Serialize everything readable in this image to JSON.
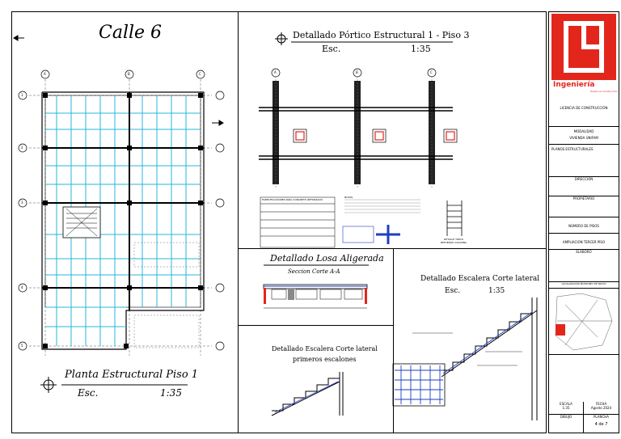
{
  "plan": {
    "street": "Calle 6",
    "title": "Planta Estructural Piso 1",
    "scale_label": "Esc.",
    "scale_value": "1:35",
    "grid_top": [
      "A",
      "B",
      "C"
    ],
    "grid_side": [
      "1",
      "2",
      "3",
      "4",
      "5"
    ]
  },
  "portico": {
    "title": "Detallado Pórtico Estructural 1 - Piso 3",
    "scale_label": "Esc.",
    "scale_value": "1:35",
    "grid": [
      "A",
      "B",
      "C"
    ],
    "note_title": "ESPECIFICACIONES PARA CONCRETO REFORZADO",
    "note_title2": "NOTAS",
    "detail_label": "DETALLE TIPICO REFUERZO COLUMNA"
  },
  "losa": {
    "title": "Detallado Losa Aligerada",
    "section": "Seccion Corte A-A"
  },
  "escalera_lateral": {
    "title": "Detallado Escalera Corte lateral",
    "scale_label": "Esc.",
    "scale_value": "1:35"
  },
  "escalera_primeros": {
    "title_line1": "Detallado Escalera Corte lateral",
    "title_line2": "primeros escalones"
  },
  "titleblock": {
    "brand": "Ingeniería",
    "brand_sub": "Diseño & Construcción",
    "licencia": "LICENCIA DE CONSTRUCCIÓN",
    "modalidad_label": "MODALIDAD",
    "modalidad_value": "VIVIENDA UNIFAM",
    "contenido": "PLANOS ESTRUCTURALES",
    "direccion_label": "DIRECCIÓN",
    "propietario_label": "PROPIETARIO",
    "numero_pisos": "NÚMERO DE PISOS",
    "ampliacion": "AMPLIACIÓN TERCER PISO",
    "elaboro_label": "ELABORÓ",
    "localizacion": "LOCALIZACIÓN MUNICIPIO DE PASTO",
    "escala_label": "ESCALA",
    "escala_value": "1:35",
    "fecha_label": "FECHA",
    "fecha_value": "Agosto 2024",
    "dibujo_label": "DIBUJÓ",
    "plancha_label": "PLANCHA",
    "plancha_value": "4 de 7"
  },
  "colors": {
    "brand_red": "#e3261c",
    "beam_cyan": "#29b6d8",
    "stair_blue": "#1e3fbf"
  }
}
